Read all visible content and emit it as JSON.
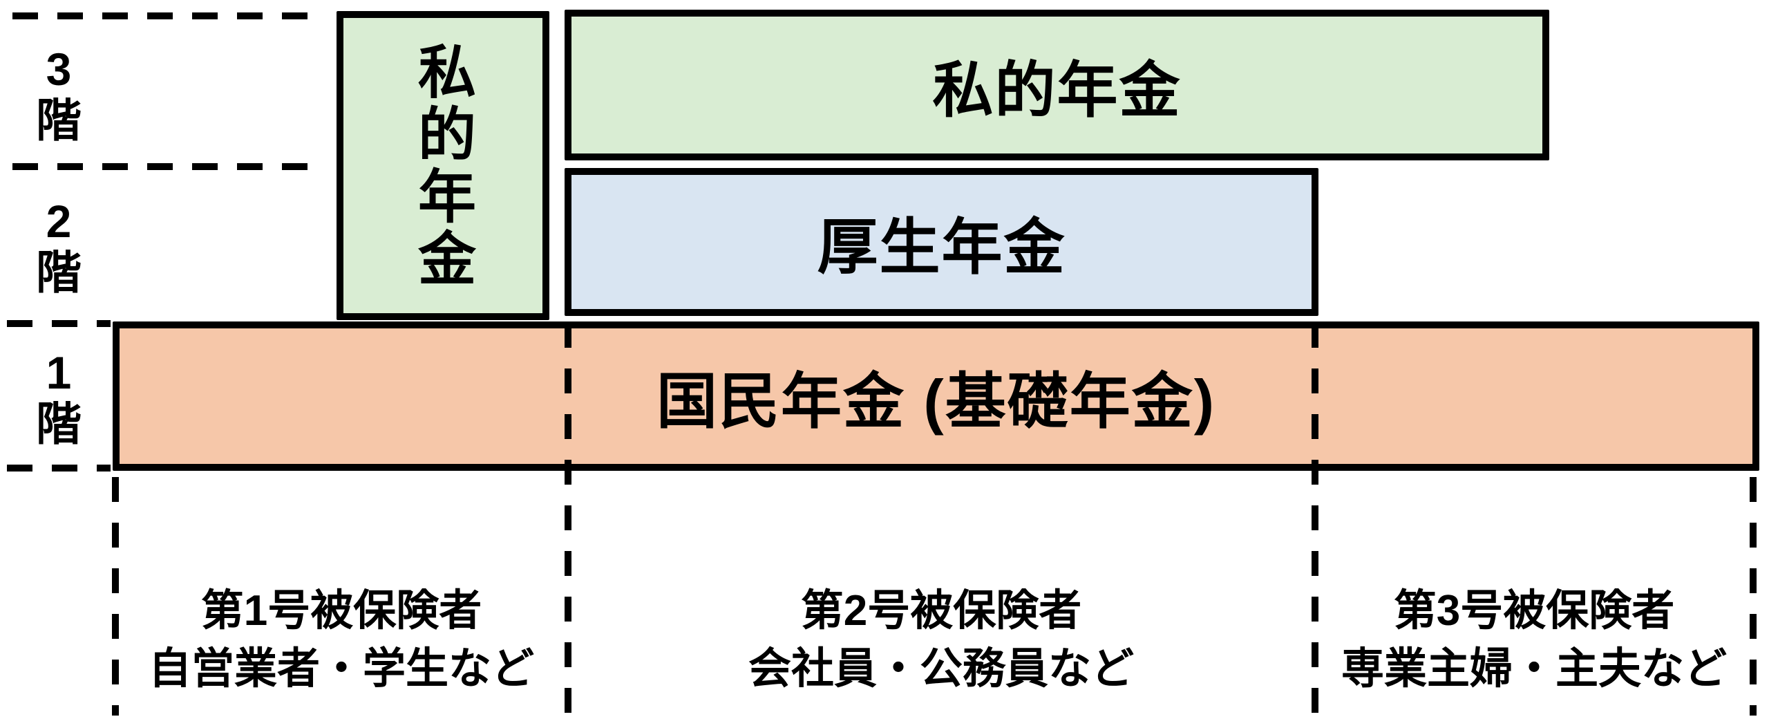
{
  "diagram": {
    "description": "Japanese public pension system three-tier structure",
    "floor_labels": [
      {
        "label": "3\n階"
      },
      {
        "label": "2\n階"
      },
      {
        "label": "1\n階"
      }
    ],
    "boxes": {
      "private_vertical": {
        "label": "私的年金"
      },
      "private_wide": {
        "label": "私的年金"
      },
      "employees_pension": {
        "label": "厚生年金"
      },
      "national_pension": {
        "label": "国民年金 (基礎年金)"
      }
    },
    "insured_categories": [
      {
        "line1": "第1号被保険者",
        "line2": "自営業者・学生など"
      },
      {
        "line1": "第2号被保険者",
        "line2": "会社員・公務員など"
      },
      {
        "line1": "第3号被保険者",
        "line2": "専業主婦・主夫など"
      }
    ],
    "colors": {
      "private_pension_fill": "#d9edd3",
      "employees_pension_fill": "#d9e5f2",
      "national_pension_fill": "#f6c7a9",
      "line": "#000000"
    }
  }
}
